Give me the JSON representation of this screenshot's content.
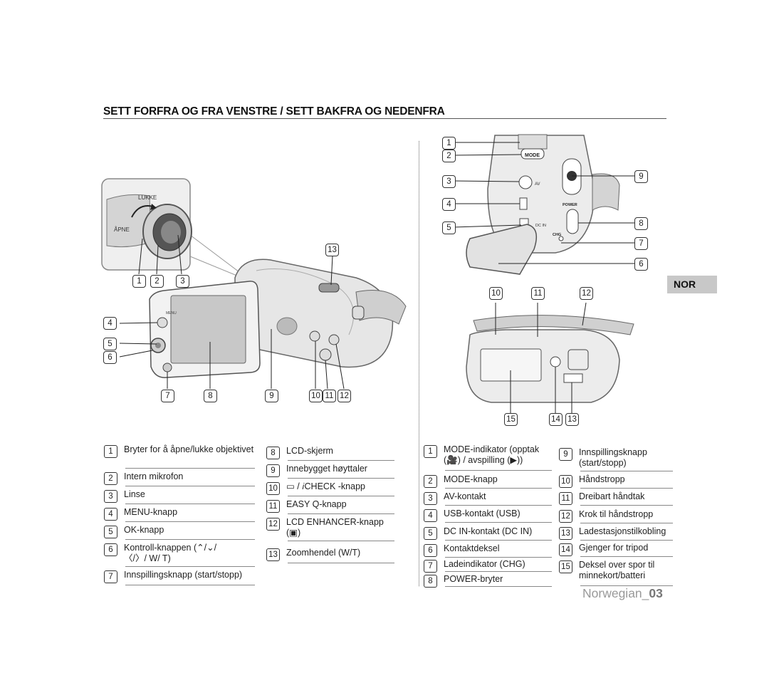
{
  "page": {
    "title": "SETT FORFRA OG FRA VENSTRE / SETT BAKFRA OG NEDENFRA",
    "language_tab": "NOR",
    "footer_prefix": "Norwegian_",
    "footer_num": "03"
  },
  "diagram": {
    "lens_labels": {
      "lukke": "LUKKE",
      "apne": "ÅPNE"
    },
    "camera_labels": {
      "menu": "MENU",
      "mode": "MODE",
      "av": "AV",
      "power": "POWER",
      "dc_in": "DC IN",
      "chg": "CHG"
    }
  },
  "legend_left_a": [
    {
      "num": "1",
      "text": "Bryter for å åpne/lukke objektivet"
    },
    {
      "num": "2",
      "text": "Intern mikrofon"
    },
    {
      "num": "3",
      "text": "Linse"
    },
    {
      "num": "4",
      "text": "MENU-knapp"
    },
    {
      "num": "5",
      "text": "OK-knapp"
    },
    {
      "num": "6",
      "text": "Kontroll-knappen (⌃/⌄/〈/〉/ W/ T)"
    },
    {
      "num": "7",
      "text": "Innspillingsknapp (start/stopp)"
    }
  ],
  "legend_left_b": [
    {
      "num": "8",
      "text": "LCD-skjerm"
    },
    {
      "num": "9",
      "text": "Innebygget høyttaler"
    },
    {
      "num": "10",
      "text": "▭ / 𝑖CHECK -knapp"
    },
    {
      "num": "11",
      "text": "EASY Q-knapp"
    },
    {
      "num": "12",
      "text": "LCD ENHANCER-knapp (▣)"
    },
    {
      "num": "13",
      "text": "Zoomhendel (W/T)"
    }
  ],
  "legend_right_a": [
    {
      "num": "1",
      "text": "MODE-indikator (opptak (🎥) / avspilling (▶))"
    },
    {
      "num": "2",
      "text": "MODE-knapp"
    },
    {
      "num": "3",
      "text": "AV-kontakt"
    },
    {
      "num": "4",
      "text": "USB-kontakt (USB)"
    },
    {
      "num": "5",
      "text": "DC IN-kontakt (DC IN)"
    },
    {
      "num": "6",
      "text": "Kontaktdeksel"
    },
    {
      "num": "7",
      "text": "Ladeindikator (CHG)"
    },
    {
      "num": "8",
      "text": "POWER-bryter"
    }
  ],
  "legend_right_b": [
    {
      "num": "9",
      "text": "Innspillingsknapp (start/stopp)"
    },
    {
      "num": "10",
      "text": "Håndstropp"
    },
    {
      "num": "11",
      "text": "Dreibart håndtak"
    },
    {
      "num": "12",
      "text": "Krok til håndstropp"
    },
    {
      "num": "13",
      "text": "Ladestasjonstilkobling"
    },
    {
      "num": "14",
      "text": "Gjenger for tripod"
    },
    {
      "num": "15",
      "text": "Deksel over spor til minnekort/batteri"
    }
  ]
}
